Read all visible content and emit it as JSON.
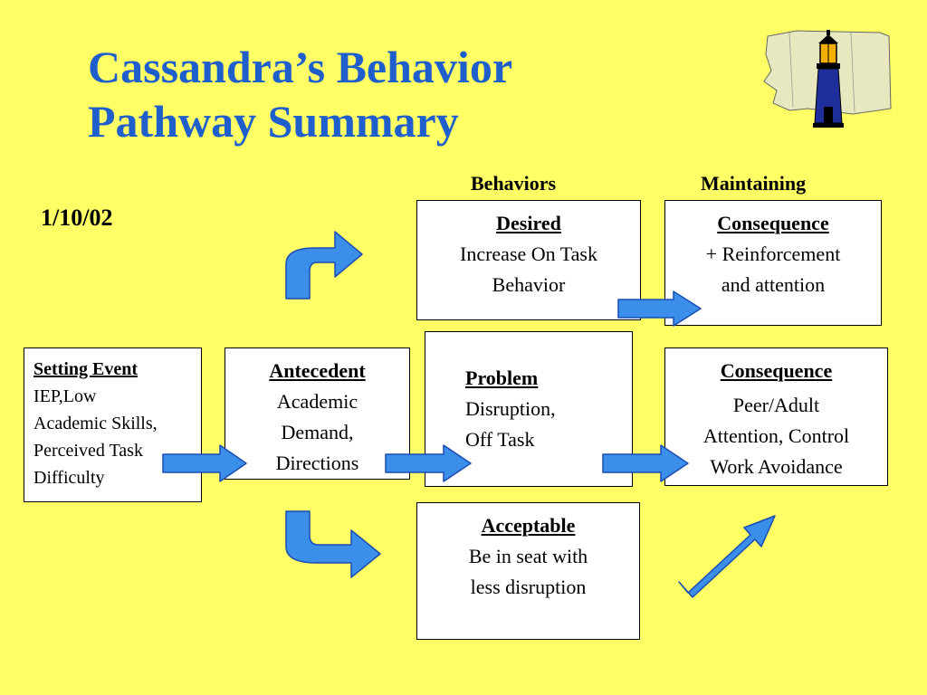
{
  "title": {
    "line1": "Cassandra’s Behavior",
    "line2": "Pathway Summary"
  },
  "date": "1/10/02",
  "column_headers": {
    "behaviors": "Behaviors",
    "maintaining": "Maintaining"
  },
  "boxes": {
    "setting_event": {
      "heading": "Setting Event",
      "lines": [
        "IEP,Low",
        "Academic Skills,",
        "Perceived Task",
        "Difficulty"
      ]
    },
    "antecedent": {
      "heading": "Antecedent",
      "lines": [
        "Academic",
        "Demand,",
        "Directions"
      ]
    },
    "desired": {
      "heading": "Desired",
      "lines": [
        "Increase On Task",
        "Behavior"
      ]
    },
    "problem": {
      "heading": "Problem",
      "lines": [
        "Disruption,",
        "Off Task"
      ]
    },
    "acceptable": {
      "heading": "Acceptable",
      "lines": [
        "Be in seat with",
        "less disruption"
      ]
    },
    "consequence_desired": {
      "heading": "Consequence",
      "lines": [
        "+ Reinforcement",
        "and attention"
      ]
    },
    "consequence_problem": {
      "heading": "Consequence",
      "lines": [
        "Peer/Adult",
        "Attention, Control",
        "Work Avoidance"
      ]
    }
  },
  "icons": {
    "logo": "washington-state-lighthouse-icon",
    "arrows": "blue-block-arrow-icon"
  },
  "colors": {
    "background": "#FFFF66",
    "title": "#1F5FCC",
    "arrow_fill": "#3B8EEA",
    "arrow_stroke": "#1A4DB3",
    "box_fill": "#FFFFFF"
  }
}
